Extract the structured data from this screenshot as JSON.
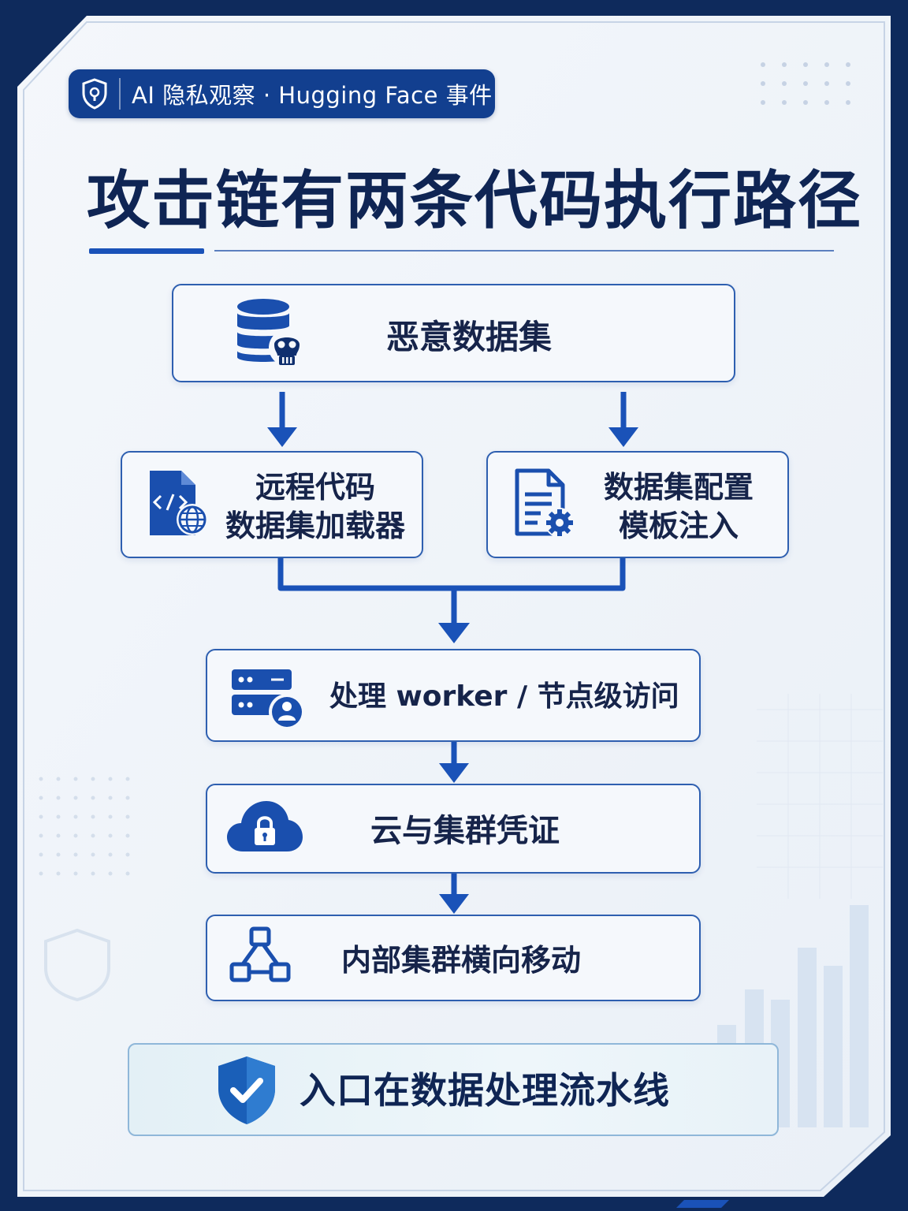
{
  "badge": {
    "text": "AI 隐私观察 · Hugging Face 事件",
    "icon": "shield-icon"
  },
  "title": "攻击链有两条代码执行路径",
  "nodes": {
    "malicious_dataset": {
      "label": "恶意数据集",
      "icon": "database-skull-icon"
    },
    "remote_loader": {
      "line1": "远程代码",
      "line2": "数据集加载器",
      "icon": "code-file-globe-icon"
    },
    "config_injection": {
      "line1": "数据集配置",
      "line2": "模板注入",
      "icon": "document-gear-icon"
    },
    "worker_access": {
      "label": "处理 worker / 节点级访问",
      "icon": "server-user-icon"
    },
    "credentials": {
      "label": "云与集群凭证",
      "icon": "cloud-lock-icon"
    },
    "lateral_movement": {
      "label": "内部集群横向移动",
      "icon": "network-nodes-icon"
    }
  },
  "footer": {
    "text": "入口在数据处理流水线",
    "icon": "shield-check-icon"
  },
  "colors": {
    "navy": "#0f2554",
    "accent": "#1a52b8",
    "border": "#2e5fb0",
    "frame": "#0e2a5c"
  }
}
